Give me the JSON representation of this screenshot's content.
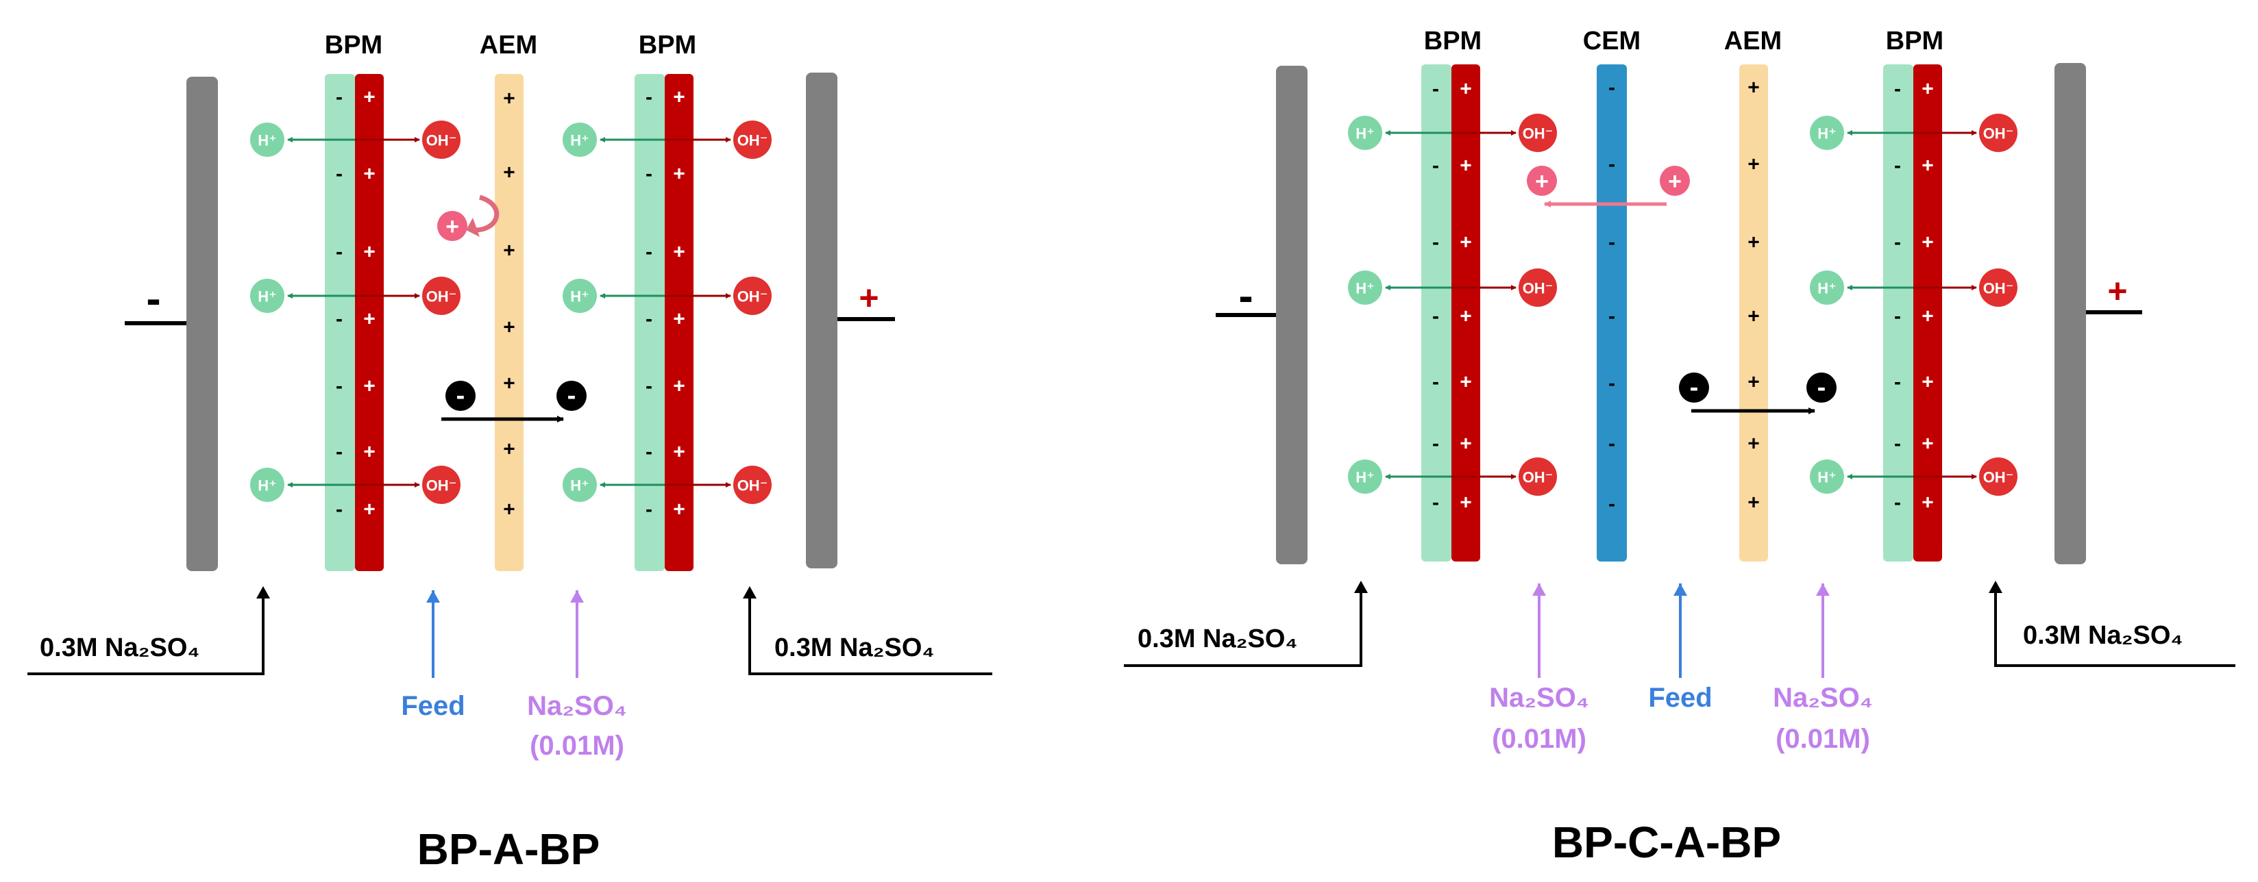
{
  "colors": {
    "electrode": "#808080",
    "bpm_green": "#a3e3c3",
    "bpm_red": "#c00000",
    "aem": "#fad9a1",
    "cem": "#2b91c6",
    "h_ion": "#7ed6a7",
    "oh_ion": "#e03030",
    "cation": "#f06080",
    "pink_arrow": "#f07890",
    "green_arrow": "#1f8f5f",
    "red_arrow": "#9a0000",
    "feed_blue": "#3a7fdc",
    "na_purple": "#c080ec",
    "black": "#000000"
  },
  "ion_labels": {
    "h": "H⁺",
    "oh": "OH⁻",
    "cation": "+",
    "anion": "-"
  },
  "signs": {
    "minus": "-",
    "plus": "+"
  },
  "left": {
    "title": "BP-A-BP",
    "membranes": [
      "BPM",
      "AEM",
      "BPM"
    ],
    "electrolyte_left": "0.3M Na₂SO₄",
    "electrolyte_right": "0.3M Na₂SO₄",
    "feed": "Feed",
    "na_line1": "Na₂SO₄",
    "na_line2": "(0.01M)"
  },
  "right": {
    "title": "BP-C-A-BP",
    "membranes": [
      "BPM",
      "CEM",
      "AEM",
      "BPM"
    ],
    "electrolyte_left": "0.3M Na₂SO₄",
    "electrolyte_right": "0.3M Na₂SO₄",
    "feed": "Feed",
    "na_a_line1": "Na₂SO₄",
    "na_a_line2": "(0.01M)",
    "na_b_line1": "Na₂SO₄",
    "na_b_line2": "(0.01M)"
  }
}
